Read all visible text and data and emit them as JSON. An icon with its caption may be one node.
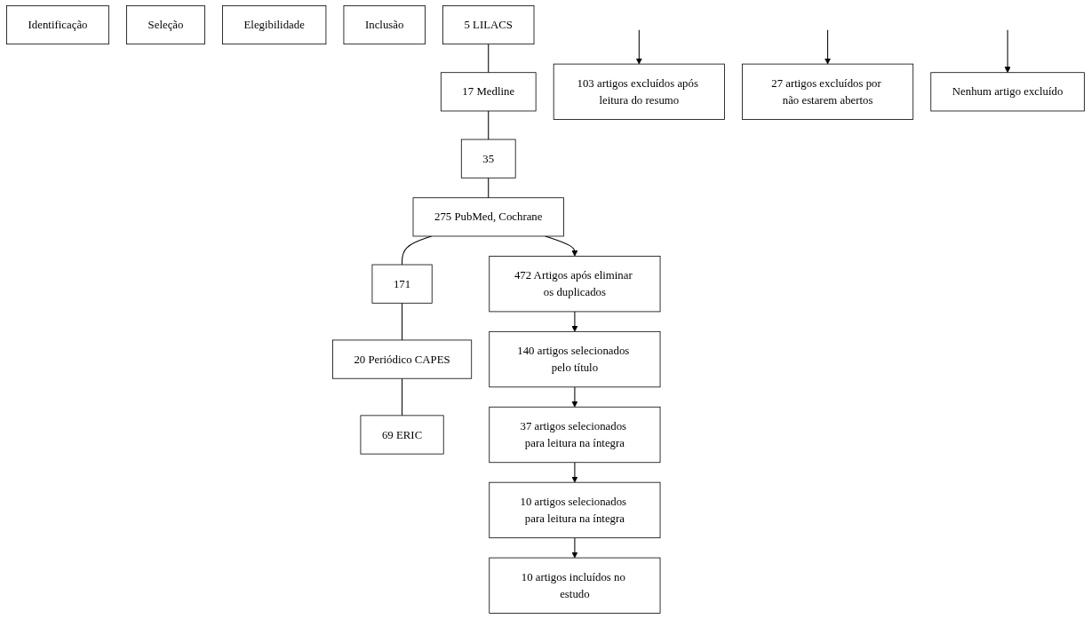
{
  "diagram": {
    "nodes": [
      {
        "text": [
          "Identificação"
        ]
      },
      {
        "text": [
          "Seleção"
        ]
      },
      {
        "text": [
          "Elegibilidade"
        ]
      },
      {
        "text": [
          "Inclusão"
        ]
      },
      {
        "text": [
          "5 LILACS"
        ]
      },
      {
        "text": [
          "17 Medline"
        ]
      },
      {
        "text": [
          "35"
        ]
      },
      {
        "text": [
          "275 PubMed, Cochrane"
        ]
      },
      {
        "text": [
          "171"
        ]
      },
      {
        "text": [
          "20 Periódico CAPES"
        ]
      },
      {
        "text": [
          "69 ERIC"
        ]
      },
      {
        "text": [
          "472 Artigos após eliminar os duplicados"
        ]
      },
      {
        "text": [
          "140 artigos selecionados pelo título"
        ]
      },
      {
        "text": [
          "103 artigos excluídos após leitura do resumo"
        ]
      },
      {
        "text": [
          "37 artigos selecionados para leitura na íntegra"
        ]
      },
      {
        "text": [
          "27 artigos excluídos por não estarem abertos"
        ]
      },
      {
        "text": [
          "10 artigos selecionados para leitura na íntegra"
        ]
      },
      {
        "text": [
          "Nenhum artigo excluído"
        ]
      },
      {
        "text": [
          "10 artigos incluídos no estudo"
        ]
      }
    ],
    "edges": [
      {
        "from": 4,
        "to": 5,
        "arrow": "none"
      },
      {
        "from": 5,
        "to": 6,
        "arrow": "none"
      },
      {
        "from": 6,
        "to": 7,
        "arrow": "none"
      },
      {
        "from": 7,
        "to": 8,
        "arrow": "none"
      },
      {
        "from": 8,
        "to": 9,
        "arrow": "none"
      },
      {
        "from": 9,
        "to": 10,
        "arrow": "none"
      },
      {
        "from": 7,
        "to": 11,
        "arrow": "to"
      },
      {
        "from": 11,
        "to": 12,
        "arrow": "to"
      },
      {
        "from": 12,
        "to": 14,
        "arrow": "to"
      },
      {
        "from": null,
        "to": 13,
        "arrow": "to"
      },
      {
        "from": 14,
        "to": 16,
        "arrow": "to"
      },
      {
        "from": null,
        "to": 15,
        "arrow": "to"
      },
      {
        "from": 16,
        "to": 18,
        "arrow": "to"
      },
      {
        "from": null,
        "to": 17,
        "arrow": "to"
      }
    ]
  }
}
